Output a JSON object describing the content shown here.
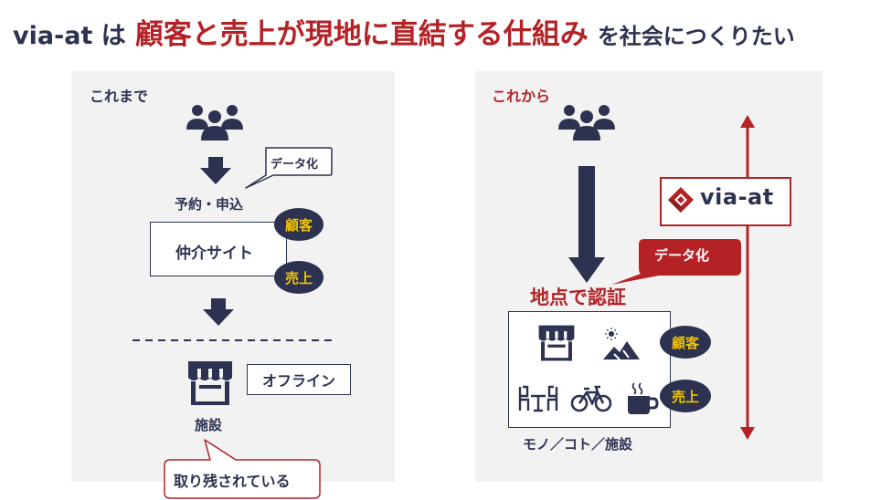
{
  "headline": {
    "prefix": "via-at は",
    "emphasis": "顧客と売上が現地に直結する仕組み",
    "suffix": "を社会につくりたい"
  },
  "before": {
    "header": "これまで",
    "data_callout": "データ化",
    "booking_label": "予約・申込",
    "broker_site": "仲介サイト",
    "customer_tag": "顧客",
    "sales_tag": "売上",
    "offline_label": "オフライン",
    "facility_label": "施設",
    "left_behind": "取り残されている"
  },
  "after": {
    "header": "これから",
    "logo_text": "via-at",
    "data_callout": "データ化",
    "onsite_auth": "地点で認証",
    "customer_tag": "顧客",
    "sales_tag": "売上",
    "footer_label": "モノ／コト／施設"
  },
  "colors": {
    "navy": "#2c3250",
    "red": "#b52226",
    "panel": "#f2f2f2",
    "tag_text": "#f2c300"
  },
  "icons": [
    "people-icon",
    "arrow-down-icon",
    "store-icon",
    "mountain-sun-icon",
    "chairs-table-icon",
    "bicycle-icon",
    "coffee-cup-icon",
    "via-at-logo-icon",
    "double-arrow-icon"
  ]
}
